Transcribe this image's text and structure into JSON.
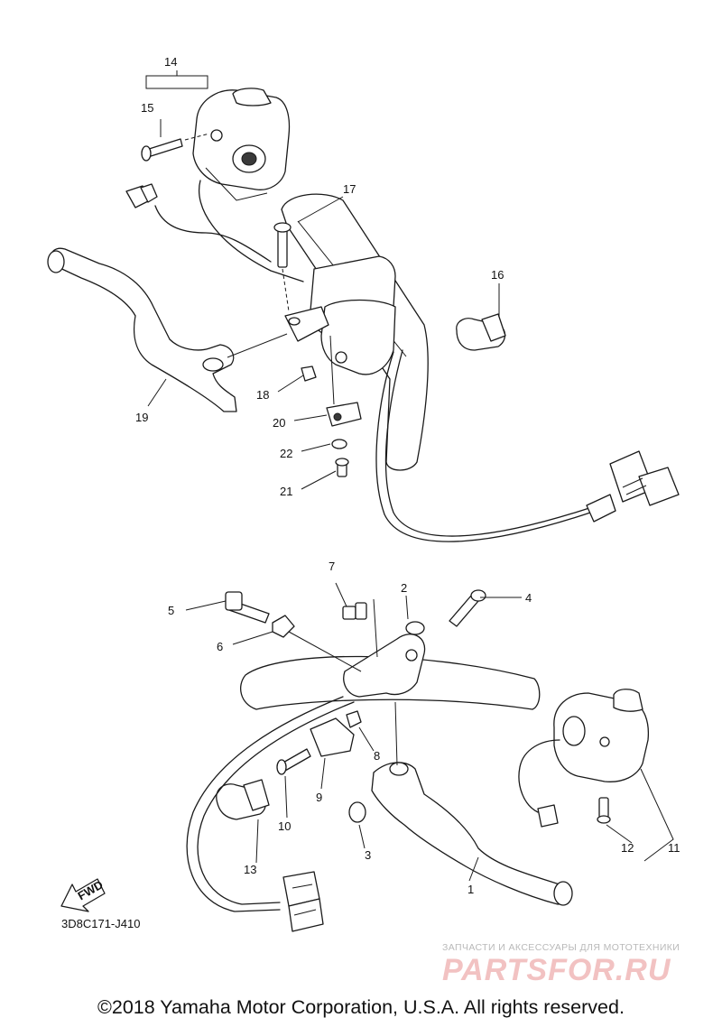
{
  "callouts": [
    "1",
    "2",
    "3",
    "4",
    "5",
    "6",
    "7",
    "8",
    "9",
    "10",
    "11",
    "12",
    "13",
    "14",
    "15",
    "16",
    "17",
    "18",
    "19",
    "20",
    "21",
    "22"
  ],
  "fwd_label": "FWD",
  "diagram_code": "3D8C171-J410",
  "watermark": {
    "tagline": "ЗАПЧАСТИ И АКСЕССУАРЫ ДЛЯ МОТОТЕХНИКИ",
    "logo": "PARTSFOR.RU"
  },
  "copyright": "©2018 Yamaha Motor Corporation, U.S.A. All rights reserved."
}
